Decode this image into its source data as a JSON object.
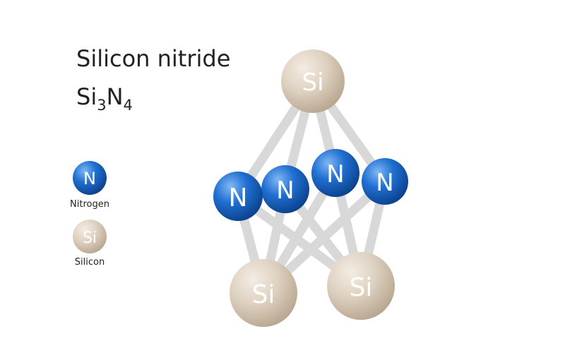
{
  "title": "Silicon nitride",
  "formula": {
    "el1": "Si",
    "n1": "3",
    "el2": "N",
    "n2": "4"
  },
  "legend": [
    {
      "symbol": "N",
      "label": "Nitrogen"
    },
    {
      "symbol": "Si",
      "label": "Silicon"
    }
  ],
  "atoms": {
    "top_si": "Si",
    "n1": "N",
    "n2": "N",
    "n3": "N",
    "n4": "N",
    "bottom_left_si": "Si",
    "bottom_right_si": "Si"
  },
  "colors": {
    "nitrogen": "#1f6fd1",
    "silicon": "#d9cbb8",
    "bond": "#d6d6d6"
  }
}
